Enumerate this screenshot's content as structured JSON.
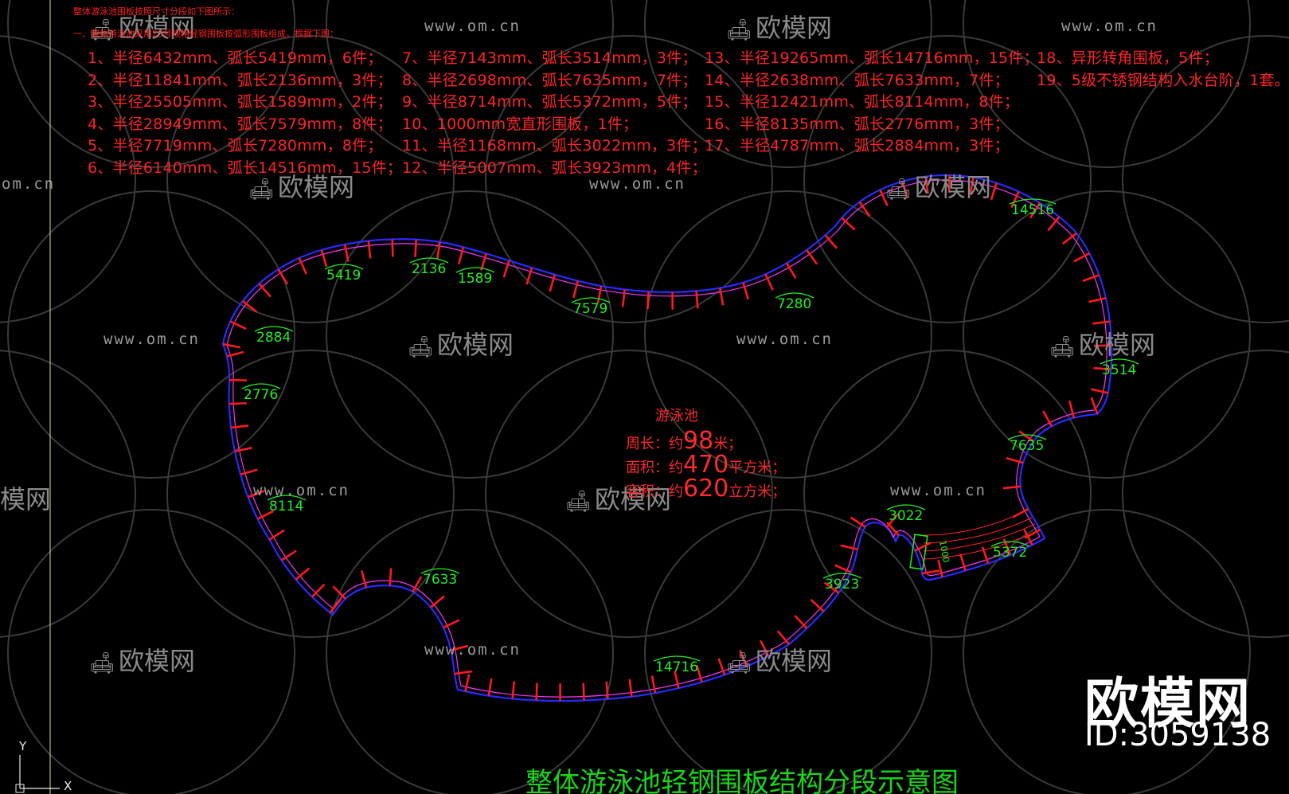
{
  "header_notes": {
    "line1": "整体游泳池围板按照尺寸分段如下图所示：",
    "line2": "一、整体游泳池采用25号规格轻钢围板按弧形围板组成，根据下图："
  },
  "specs": {
    "col1": [
      "1、半径6432mm、弧长5419mm，6件；",
      "2、半径11841mm、弧长2136mm，3件；",
      "3、半径25505mm、弧长1589mm，2件；",
      "4、半径28949mm、弧长7579mm，8件；",
      "5、半径7719mm、弧长7280mm，8件；",
      "6、半径6140mm、弧长14516mm，15件；"
    ],
    "col2": [
      "7、半径7143mm、弧长3514mm，3件；",
      "8、半径2698mm、弧长7635mm，7件；",
      "9、半径8714mm、弧长5372mm，5件；",
      "10、1000mm宽直形围板，1件；",
      "11、半径1168mm、弧长3022mm，3件；",
      "12、半径5007mm、弧长3923mm，4件；"
    ],
    "col3": [
      "13、半径19265mm、弧长14716mm，15件；",
      "14、半径2638mm、弧长7633mm，7件；",
      "15、半径12421mm、弧长8114mm，8件；",
      "16、半径8135mm、弧长2776mm，3件；",
      "17、半径4787mm、弧长2884mm，3件；"
    ],
    "col4": [
      "18、异形转角围板，5件；",
      "19、5级不锈钢结构入水台阶，1套。"
    ]
  },
  "segment_labels": [
    "5419",
    "2136",
    "1589",
    "7579",
    "7280",
    "14516",
    "2884",
    "2776",
    "3514",
    "7635",
    "8114",
    "3022",
    "5372",
    "3923",
    "7633",
    "14716",
    "1000"
  ],
  "pool_info": {
    "name": "游泳池",
    "perimeter_prefix": "周长：约",
    "perimeter_value": "98",
    "perimeter_unit": "米；",
    "area_prefix": "面积：约",
    "area_value": "470",
    "area_unit": "平方米；",
    "volume_prefix": "容积：约",
    "volume_value": "620",
    "volume_unit": "立方米；"
  },
  "title": "整体游泳池轻钢围板结构分段示意图",
  "watermark": {
    "url": "www.om.cn",
    "url_short": "om.cn",
    "logo": "欧模网",
    "logo_partial": "模网",
    "sofa_icon": "sofa-icon"
  },
  "brand": {
    "name": "欧模网",
    "id": "ID:3059138"
  },
  "axes": {
    "y": "Y",
    "x": "X"
  },
  "colors": {
    "background": "#000000",
    "spec_text": "#ff2424",
    "segment_label": "#22ee22",
    "outline_blue": "#2a2aff",
    "outline_magenta": "#ff33ff",
    "ticks": "#ff1a1a",
    "title": "#19d419"
  }
}
